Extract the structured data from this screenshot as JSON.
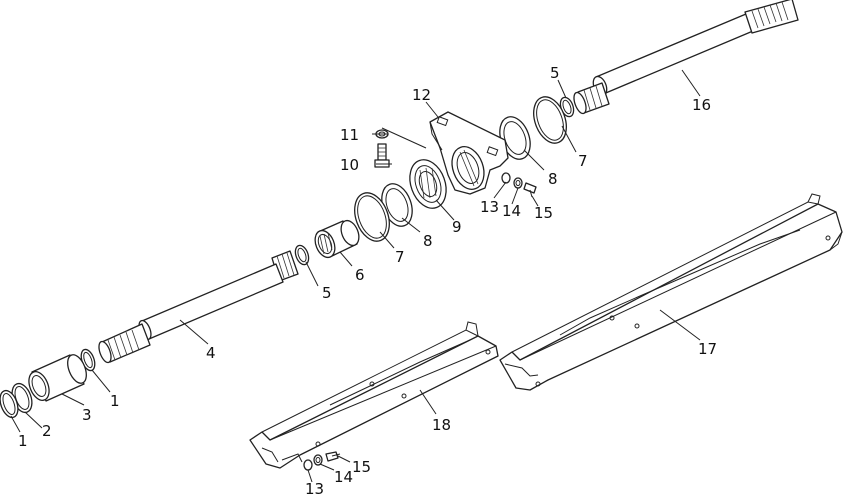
{
  "callouts": {
    "c1a": "1",
    "c1b": "1",
    "c2": "2",
    "c3": "3",
    "c4": "4",
    "c5a": "5",
    "c5b": "5",
    "c6": "6",
    "c7a": "7",
    "c7b": "7",
    "c8a": "8",
    "c8b": "8",
    "c9": "9",
    "c10": "10",
    "c11": "11",
    "c12": "12",
    "c13a": "13",
    "c13b": "13",
    "c14a": "14",
    "c14b": "14",
    "c15a": "15",
    "c15b": "15",
    "c16": "16",
    "c17": "17",
    "c18": "18"
  }
}
